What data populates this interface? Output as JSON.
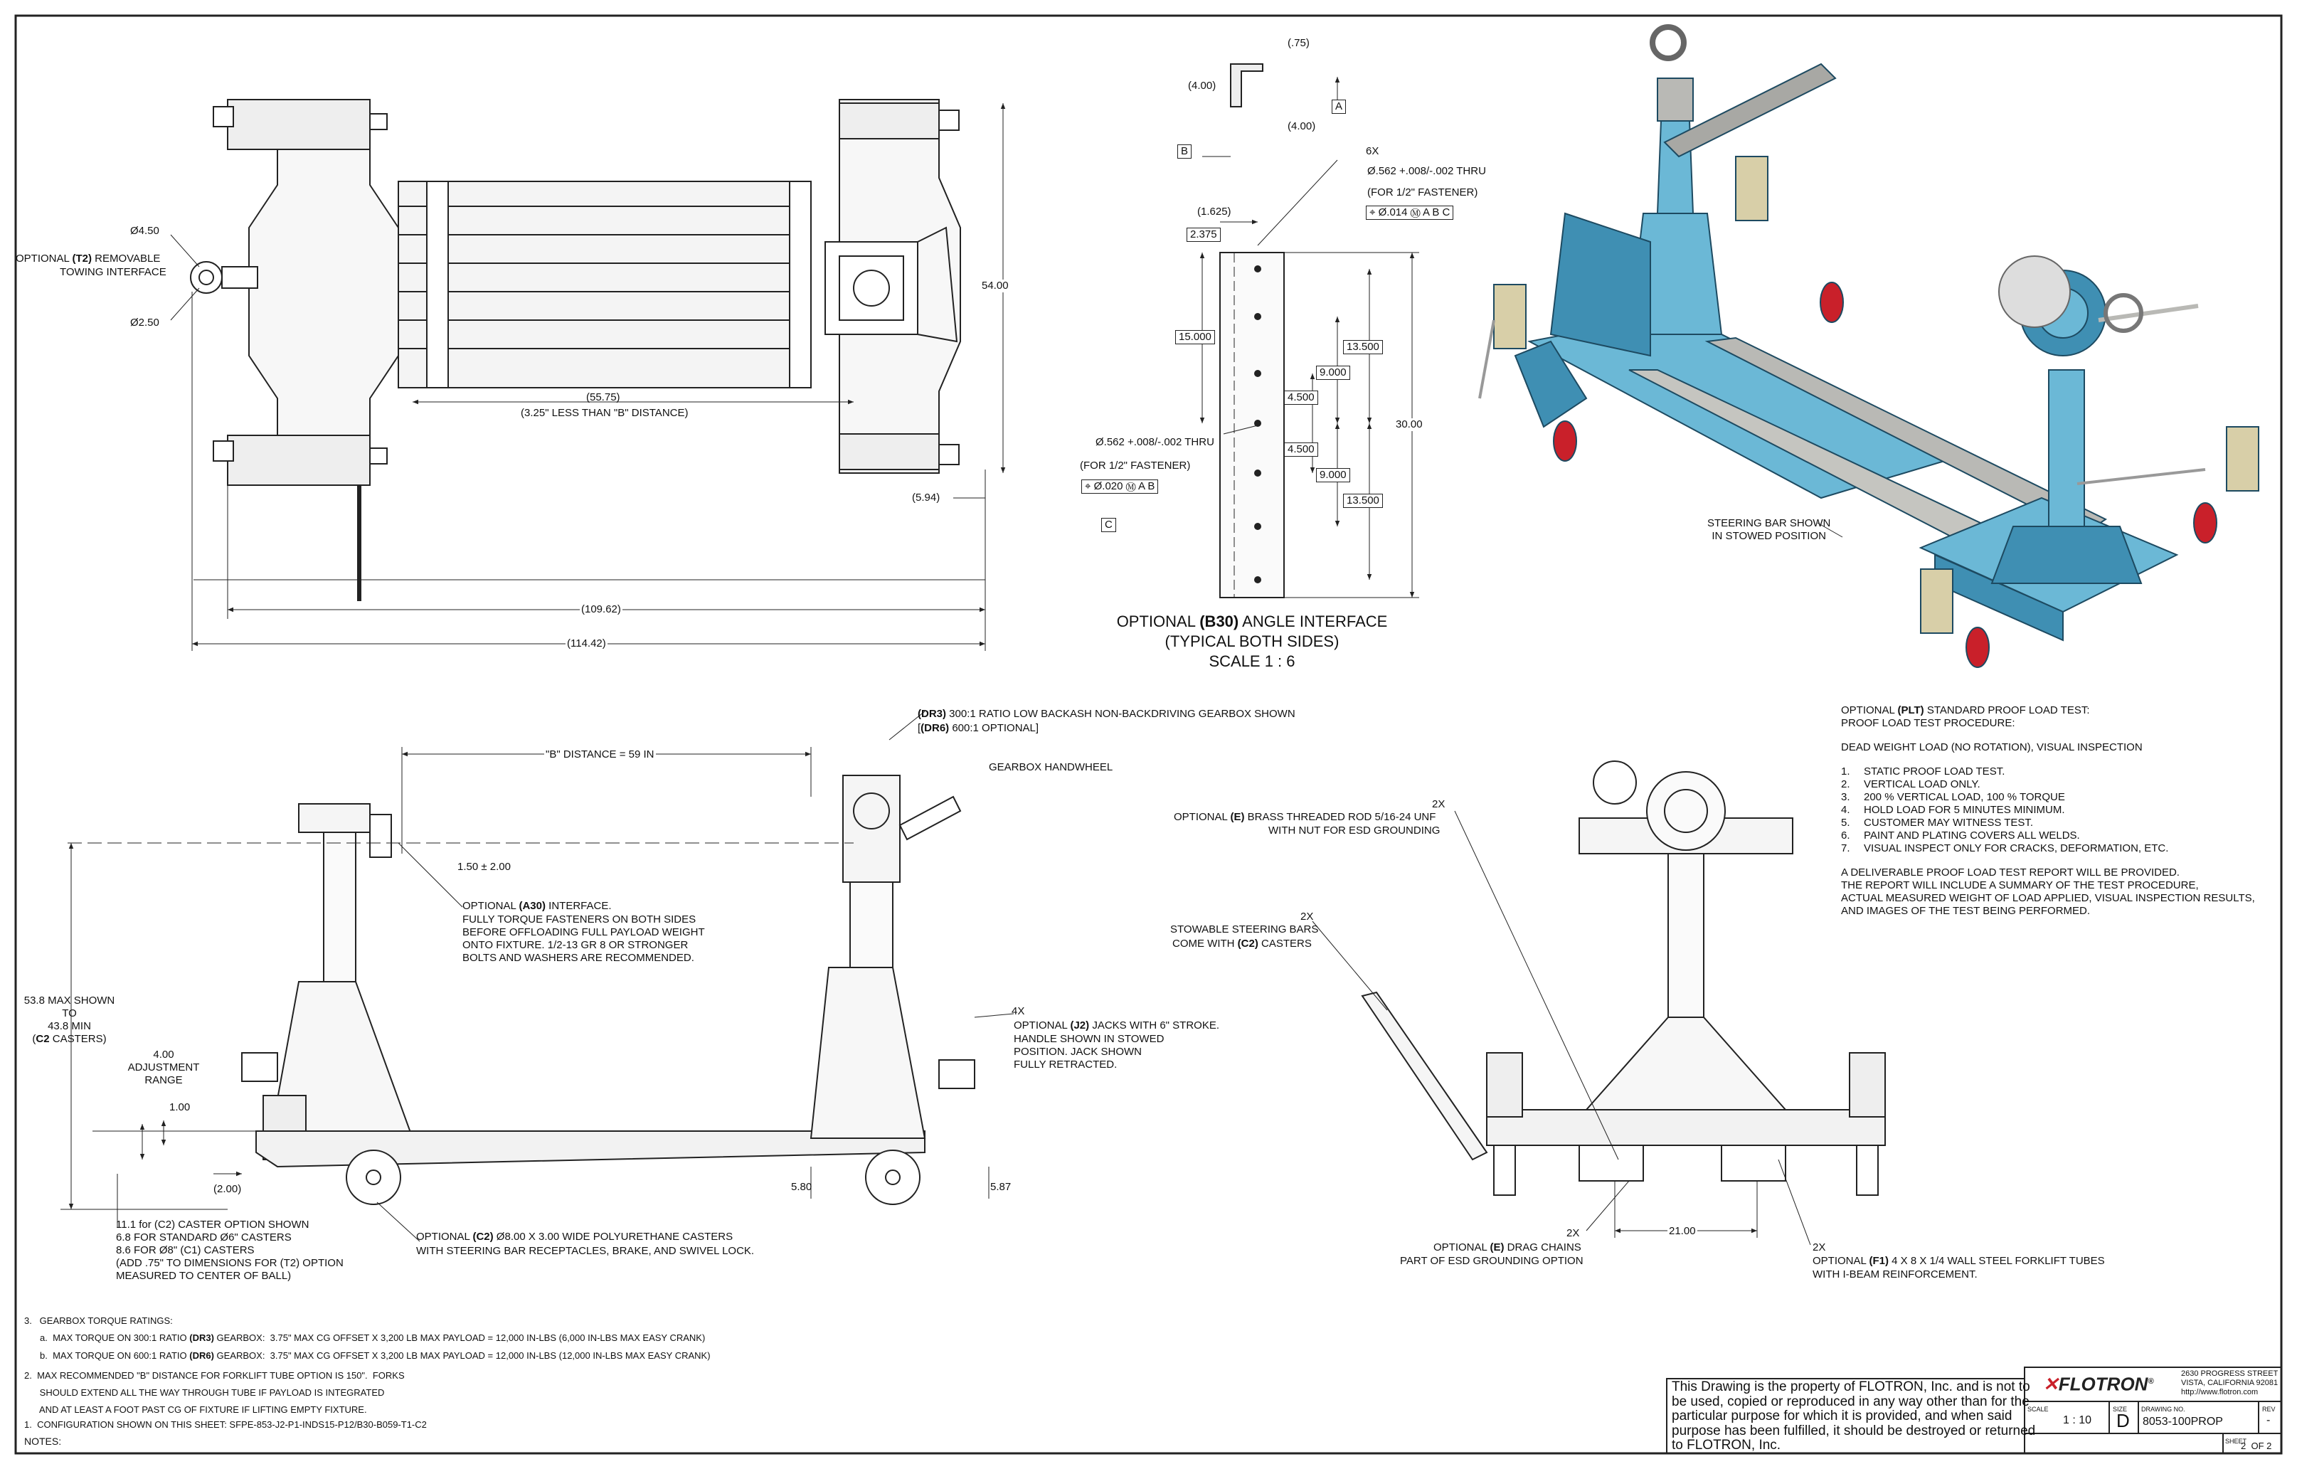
{
  "top_plan": {
    "d450": "Ø4.50",
    "d250": "Ø2.50",
    "t2_line1_a": "OPTIONAL ",
    "t2_line1_b": "(T2)",
    "t2_line1_c": " REMOVABLE",
    "t2_line2": "TOWING INTERFACE",
    "dim_5575": "(55.75)",
    "dim_325": "(3.25\" LESS THAN \"B\" DISTANCE)",
    "dim_54": "54.00",
    "dim_594": "(5.94)",
    "dim_10962": "(109.62)",
    "dim_11442": "(114.42)"
  },
  "b30": {
    "dim_075": "(.75)",
    "dim_400a": "(4.00)",
    "dim_400b": "(4.00)",
    "datum_a": "A",
    "datum_b": "B",
    "datum_c": "C",
    "note_6x": "6X",
    "hole_top": "Ø.562 +.008/-.002 THRU",
    "hole_top_fast": "(FOR 1/2\" FASTENER)",
    "fcf_top": "⌖ Ø.014 Ⓜ A B C",
    "dim_1625": "(1.625)",
    "dim_2375": "2.375",
    "dim_15": "15.000",
    "dim_135a": "13.500",
    "dim_9a": "9.000",
    "dim_45a": "4.500",
    "dim_45b": "4.500",
    "dim_9b": "9.000",
    "dim_135b": "13.500",
    "dim_30": "30.00",
    "hole_bot": "Ø.562 +.008/-.002 THRU",
    "hole_bot_fast": "(FOR 1/2\" FASTENER)",
    "fcf_bot": "⌖ Ø.020 Ⓜ A B",
    "title1_a": "OPTIONAL ",
    "title1_b": "(B30)",
    "title1_c": " ANGLE INTERFACE",
    "title2": "(TYPICAL BOTH SIDES)",
    "title3": "SCALE 1 : 6"
  },
  "iso": {
    "steering": "STEERING BAR SHOWN\nIN STOWED POSITION"
  },
  "side": {
    "dr3_a": "(DR3)",
    "dr3_b": " 300:1 RATIO LOW BACKASH NON-BACKDRIVING GEARBOX SHOWN",
    "dr6_a": "[",
    "dr6_b": "(DR6)",
    "dr6_c": " 600:1 OPTIONAL]",
    "handwheel": "GEARBOX HANDWHEEL",
    "b_distance": "\"B\" DISTANCE = 59 IN",
    "dim_150": "1.50 ± 2.00",
    "a30_a": "OPTIONAL ",
    "a30_b": "(A30)",
    "a30_c": " INTERFACE.",
    "a30_body": "FULLY TORQUE FASTENERS ON BOTH SIDES\nBEFORE OFFLOADING FULL PAYLOAD WEIGHT\nONTO FIXTURE. 1/2-13 GR 8 OR STRONGER\nBOLTS AND WASHERS ARE RECOMMENDED.",
    "max_a": "53.8 MAX SHOWN\nTO\n43.8 MIN",
    "max_b1": "(",
    "max_b2": "C2",
    "max_b3": " CASTERS)",
    "adj": "4.00\nADJUSTMENT\nRANGE",
    "dim_100": "1.00",
    "dim_200": "(2.00)",
    "j2_4x": "4X",
    "j2_a": "OPTIONAL ",
    "j2_b": "(J2)",
    "j2_c": " JACKS WITH 6\" STROKE.",
    "j2_body": "HANDLE SHOWN IN STOWED\nPOSITION. JACK SHOWN\nFULLY RETRACTED.",
    "dim_580": "5.80",
    "dim_587": "5.87",
    "caster_opt": "11.1 for (C2) CASTER OPTION SHOWN\n6.8 FOR STANDARD Ø6\" CASTERS\n8.6 FOR Ø8\" (C1) CASTERS\n(ADD .75\" TO DIMENSIONS FOR (T2) OPTION\nMEASURED TO CENTER OF BALL)",
    "c2_a": "OPTIONAL ",
    "c2_b": "(C2)",
    "c2_c": " Ø8.00 X 3.00 WIDE POLYURETHANE CASTERS",
    "c2_body": "WITH STEERING BAR RECEPTACLES, BRAKE, AND SWIVEL LOCK."
  },
  "front": {
    "e_2x": "2X",
    "e_a": "OPTIONAL ",
    "e_b": "(E)",
    "e_c": " BRASS THREADED ROD 5/16-24 UNF",
    "e_body": "WITH NUT FOR ESD GROUNDING",
    "sb_2x": "2X",
    "sb_a": "STOWABLE STEERING BARS",
    "sb_b1": "COME WITH ",
    "sb_b2": "(C2)",
    "sb_b3": " CASTERS",
    "dc_2x": "2X",
    "dc_a": "OPTIONAL ",
    "dc_b": "(E)",
    "dc_c": " DRAG CHAINS",
    "dc_body": "PART OF ESD GROUNDING OPTION",
    "dim_21": "21.00",
    "f1_2x": "2X",
    "f1_a": "OPTIONAL ",
    "f1_b": "(F1)",
    "f1_c": " 4 X 8 X 1/4 WALL STEEL FORKLIFT TUBES",
    "f1_body": "WITH I-BEAM REINFORCEMENT."
  },
  "proof": {
    "head_a": "OPTIONAL ",
    "head_b": "(PLT)",
    "head_c": " STANDARD PROOF LOAD TEST:",
    "head2": "PROOF LOAD TEST PROCEDURE:",
    "dead": "DEAD WEIGHT LOAD (NO ROTATION), VISUAL INSPECTION",
    "steps": [
      "STATIC PROOF LOAD TEST.",
      "VERTICAL LOAD ONLY.",
      "200 % VERTICAL LOAD, 100 % TORQUE",
      "HOLD LOAD FOR 5 MINUTES MINIMUM.",
      "CUSTOMER MAY WITNESS TEST.",
      "PAINT AND PLATING COVERS ALL WELDS.",
      "VISUAL INSPECT ONLY FOR CRACKS, DEFORMATION, ETC."
    ],
    "nums": [
      "1.",
      "2.",
      "3.",
      "4.",
      "5.",
      "6.",
      "7."
    ],
    "report": "A DELIVERABLE PROOF LOAD TEST REPORT WILL BE PROVIDED.\nTHE REPORT WILL INCLUDE A SUMMARY OF THE TEST PROCEDURE,\nACTUAL MEASURED WEIGHT OF LOAD APPLIED, VISUAL INSPECTION RESULTS,\nAND IMAGES OF THE TEST BEING PERFORMED."
  },
  "notes": {
    "n3": "3.   GEARBOX TORQUE RATINGS:",
    "n3a_1": "a.  MAX TORQUE ON 300:1 RATIO ",
    "n3a_2": "(DR3)",
    "n3a_3": " GEARBOX:  3.75\" MAX CG OFFSET X 3,200 LB MAX PAYLOAD = 12,000 IN-LBS (6,000 IN-LBS MAX EASY CRANK)",
    "n3b_1": "b.  MAX TORQUE ON 600:1 RATIO ",
    "n3b_2": "(DR6)",
    "n3b_3": " GEARBOX:  3.75\" MAX CG OFFSET X 3,200 LB MAX PAYLOAD = 12,000 IN-LBS (12,000 IN-LBS MAX EASY CRANK)",
    "n2": "2.  MAX RECOMMENDED \"B\" DISTANCE FOR FORKLIFT TUBE OPTION IS 150\".  FORKS\n      SHOULD EXTEND ALL THE WAY THROUGH TUBE IF PAYLOAD IS INTEGRATED\n      AND AT LEAST A FOOT PAST CG OF FIXTURE IF LIFTING EMPTY FIXTURE.",
    "n1": "1.  CONFIGURATION SHOWN ON THIS SHEET: SFPE-853-J2-P1-INDS15-P12/B30-B059-T1-C2",
    "title": "NOTES:"
  },
  "title_block": {
    "property": "This Drawing is the property of FLOTRON, Inc. and is not to\nbe used, copied or reproduced in any way other than for the\nparticular purpose for which it is provided, and when said\npurpose has been fulfilled, it should be destroyed or returned\nto FLOTRON, Inc.",
    "logo": "FLOTRON",
    "reg": "®",
    "address": "2630 PROGRESS STREET\nVISTA, CALIFORNIA 92081\nhttp://www.flotron.com",
    "scale_label": "SCALE",
    "scale": "1 : 10",
    "size_label": "SIZE",
    "size": "D",
    "dwg_label": "DRAWING NO.",
    "dwg": "8053-100PROP",
    "rev_label": "REV",
    "rev": "-",
    "sheet_label": "SHEET",
    "sheet": "2  OF 2"
  },
  "colors": {
    "fixture_blue": "#6bb8d6",
    "fixture_blue_dark": "#3f8fb3",
    "caster_red": "#c9202a",
    "steel": "#b9b9b5",
    "line": "#222222"
  }
}
